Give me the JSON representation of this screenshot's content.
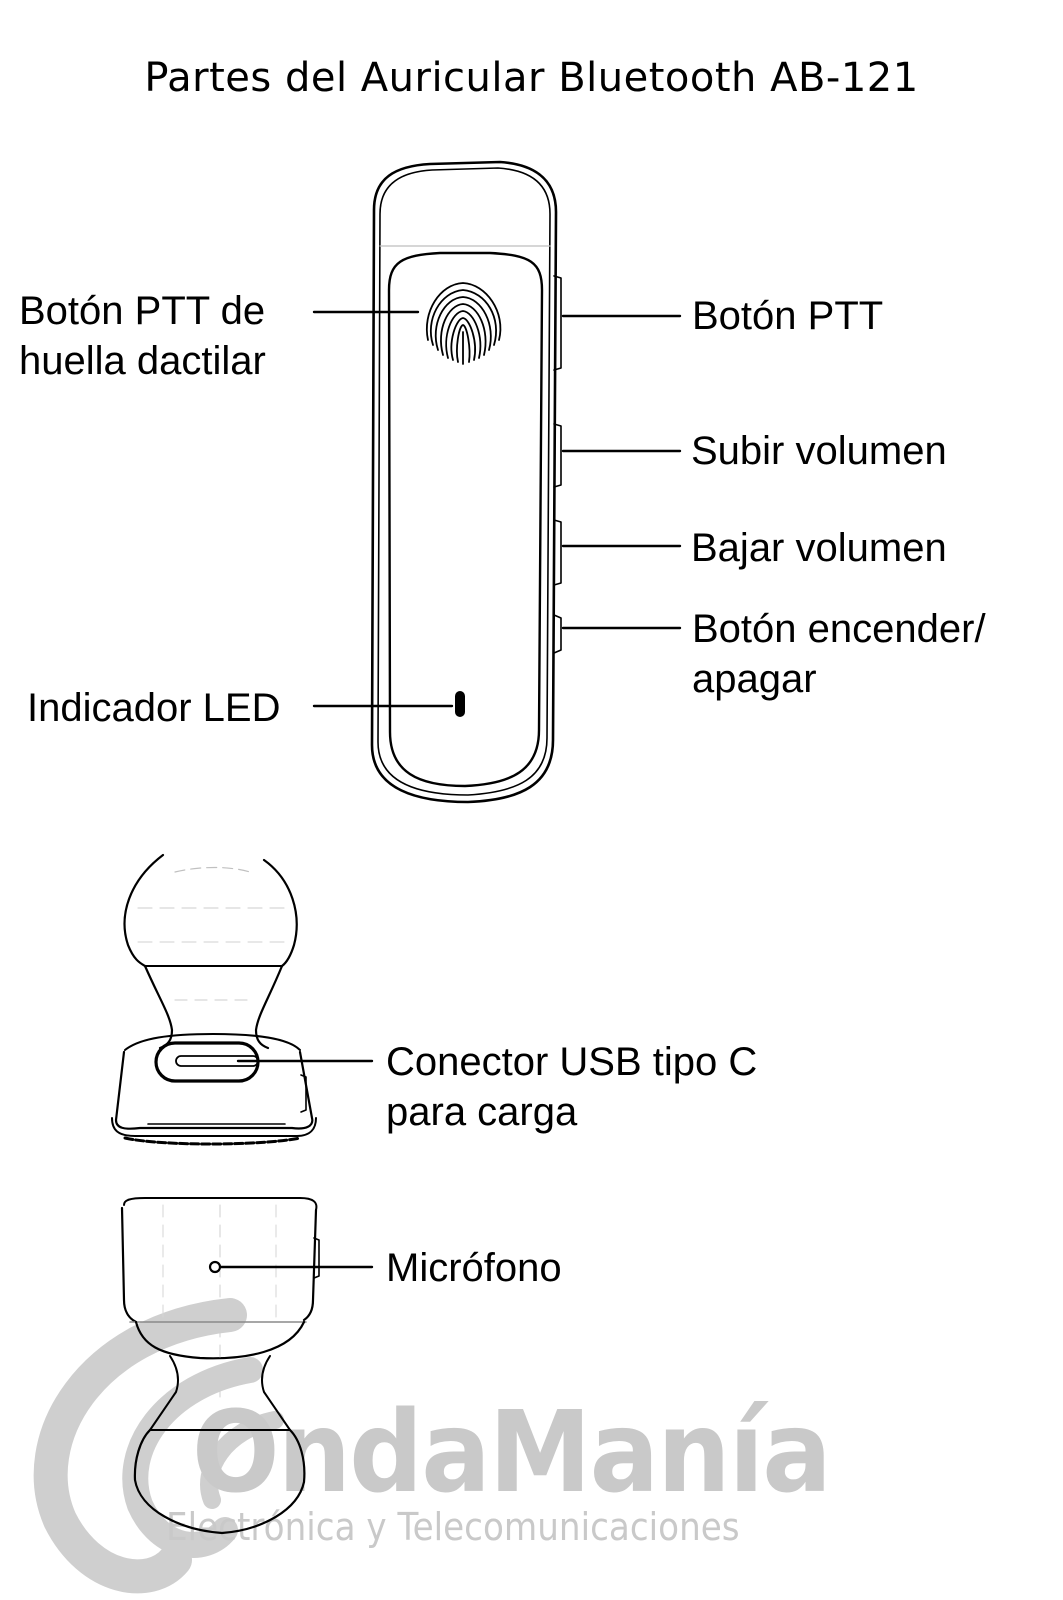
{
  "title": "Partes del Auricular Bluetooth AB-121",
  "parts": {
    "fingerprint_ptt": [
      "Botón PTT de",
      "huella dactilar"
    ],
    "ptt": [
      "Botón PTT"
    ],
    "volume_up": [
      "Subir volumen"
    ],
    "volume_down": [
      "Bajar volumen"
    ],
    "power": [
      "Botón encender/",
      "apagar"
    ],
    "led": [
      "Indicador LED"
    ],
    "usb_c": [
      "Conector USB tipo C",
      "para carga"
    ],
    "microphone": [
      "Micrófono"
    ]
  },
  "watermark": {
    "brand": "OndaManía",
    "tagline": "Electrónica y Telecomunicaciones",
    "color": "#c9c9c9"
  },
  "colors": {
    "line": "#000000",
    "background": "#ffffff",
    "hidden_line": "#bdbdbd"
  }
}
